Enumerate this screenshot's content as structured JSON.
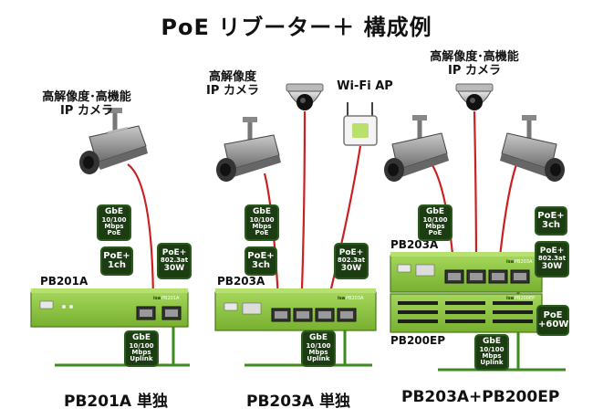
{
  "title": "PoE リブーター＋ 構成例",
  "labels": {
    "camera1": [
      "高解像度･高機能",
      "IP カメラ"
    ],
    "camera2": [
      "高解像度",
      "IP カメラ"
    ],
    "camera3": [
      "高解像度･高機能",
      "IP カメラ"
    ],
    "wifi": "Wi-Fi AP",
    "model1": "PB201A",
    "model2": "PB203A",
    "model3a": "PB203A",
    "model3b": "PB200EP"
  },
  "badges": {
    "gbe_poe": [
      "GbE",
      "10/100",
      "Mbps",
      "PoE"
    ],
    "gbe_uplink": [
      "GbE",
      "10/100",
      "Mbps",
      "Uplink"
    ],
    "poe1ch": [
      "PoE+",
      "1ch"
    ],
    "poe3ch": [
      "PoE+",
      "3ch"
    ],
    "at30": [
      "PoE+",
      "802.3at",
      "30W"
    ],
    "poe60": [
      "PoE",
      "+60W"
    ]
  },
  "captions": {
    "c1": "PB201A 単独",
    "c2": "PB203A 単独",
    "c3": "PB203A+PB200EP"
  },
  "device_text": {
    "brand": "isa",
    "model_small1": "PB201A",
    "model_small2": "PB203A",
    "model_small3": "PB200EP"
  },
  "colors": {
    "device_green": "#8cc63f",
    "device_dark": "#5e8e26",
    "cable_red": "#cc1f1f",
    "cable_green": "#3d8a1e",
    "badge_bg": "#1c3d12",
    "camera_gray": "#9a9a9a"
  }
}
